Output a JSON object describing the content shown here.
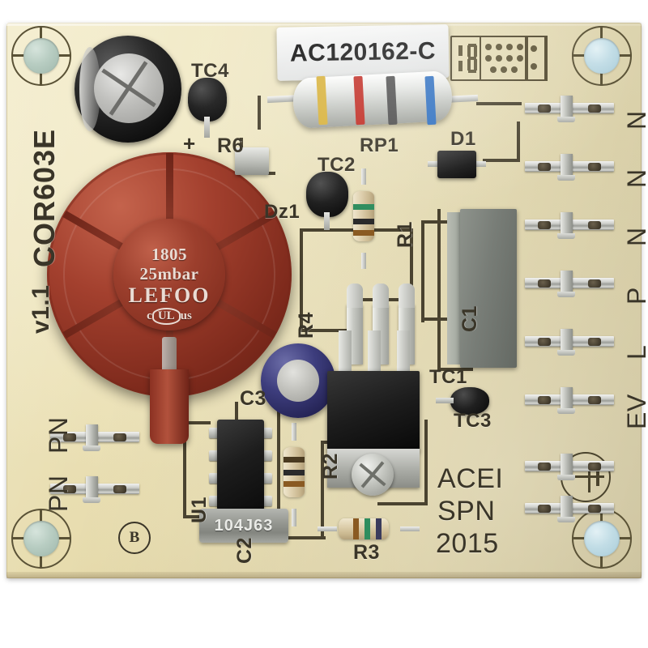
{
  "board": {
    "product_label": "AC120162-C",
    "board_id": "COR603E",
    "board_rev": "v1.1",
    "maker_line1": "ACEI",
    "maker_line2": "SPN",
    "maker_line3": "2015",
    "b_mark": "B",
    "substrate_color": "#ece2b8",
    "silkscreen_color": "#3a3528"
  },
  "pressure_switch": {
    "model_code": "1805",
    "rating": "25mbar",
    "brand": "LEFOO",
    "cert_prefix": "c",
    "cert_mark": "UL",
    "cert_suffix": "us",
    "color": "#9c3f2d"
  },
  "designators": {
    "tc4": "TC4",
    "tc2": "TC2",
    "tc1": "TC1",
    "tc3": "TC3",
    "r6": "R6",
    "r1": "R1",
    "r2": "R2",
    "r3": "R3",
    "r4": "R4",
    "rp1": "RP1",
    "d1": "D1",
    "dz1": "Dz1",
    "c1": "C1",
    "c2": "C2",
    "c3": "C3",
    "u1": "U1",
    "plus": "+"
  },
  "components": {
    "film_cap_marking": "104J63"
  },
  "terminals": {
    "right": [
      {
        "label": "N"
      },
      {
        "label": "N"
      },
      {
        "label": "N"
      },
      {
        "label": "P"
      },
      {
        "label": "L"
      },
      {
        "label": "EV"
      },
      {
        "label": ""
      }
    ],
    "left": [
      {
        "label": "PN"
      },
      {
        "label": "PN"
      }
    ]
  }
}
